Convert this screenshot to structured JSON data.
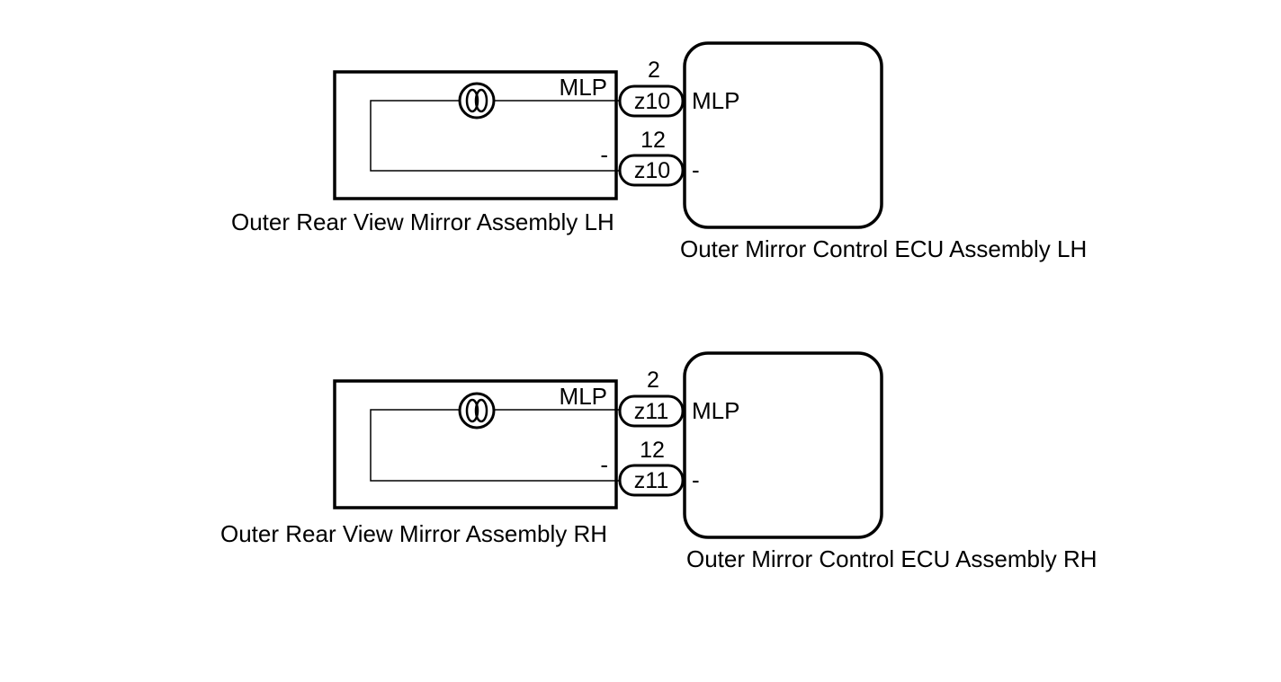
{
  "diagram": {
    "line_color": "#000000",
    "background": "#ffffff",
    "circuits": [
      {
        "mirror": {
          "name": "Outer Rear View Mirror Assembly LH",
          "pin_top": "MLP",
          "pin_bottom": "-",
          "element_icon": "heater-element-icon"
        },
        "connectors": [
          {
            "pin_number": "2",
            "code": "z10"
          },
          {
            "pin_number": "12",
            "code": "z10"
          }
        ],
        "ecu": {
          "name": "Outer Mirror Control ECU Assembly LH",
          "pin_top": "MLP",
          "pin_bottom": "-"
        }
      },
      {
        "mirror": {
          "name": "Outer Rear View Mirror Assembly RH",
          "pin_top": "MLP",
          "pin_bottom": "-",
          "element_icon": "heater-element-icon"
        },
        "connectors": [
          {
            "pin_number": "2",
            "code": "z11"
          },
          {
            "pin_number": "12",
            "code": "z11"
          }
        ],
        "ecu": {
          "name": "Outer Mirror Control ECU Assembly RH",
          "pin_top": "MLP",
          "pin_bottom": "-"
        }
      }
    ]
  }
}
